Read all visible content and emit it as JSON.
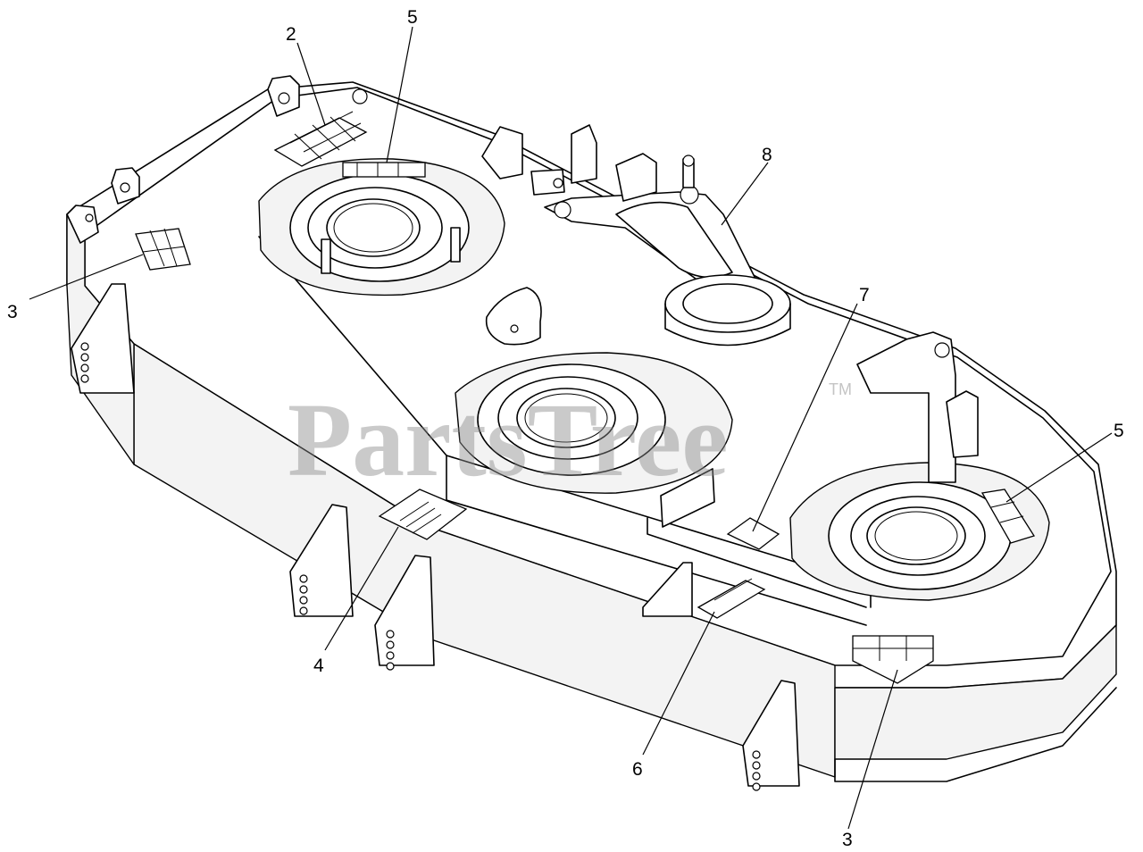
{
  "watermark": {
    "text": "PartsTree",
    "trademark": "TM"
  },
  "callouts": [
    {
      "id": "callout-2",
      "label": "2"
    },
    {
      "id": "callout-5-top",
      "label": "5"
    },
    {
      "id": "callout-8",
      "label": "8"
    },
    {
      "id": "callout-3-left",
      "label": "3"
    },
    {
      "id": "callout-7",
      "label": "7"
    },
    {
      "id": "callout-5-right",
      "label": "5"
    },
    {
      "id": "callout-4",
      "label": "4"
    },
    {
      "id": "callout-6",
      "label": "6"
    },
    {
      "id": "callout-3-bottom",
      "label": "3"
    }
  ]
}
